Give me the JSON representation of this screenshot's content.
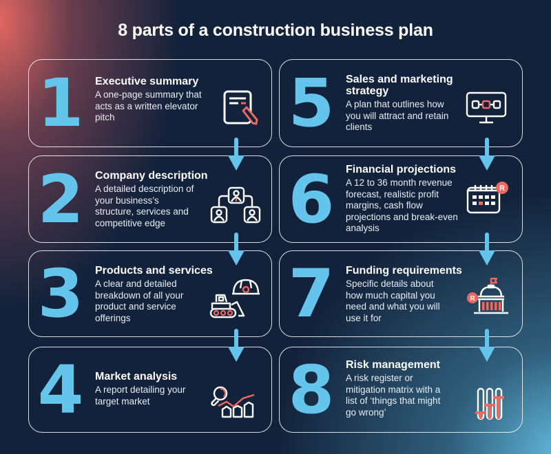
{
  "title": "8 parts of a construction business plan",
  "colors": {
    "number": "#64c4ec",
    "accent_red": "#ec6a62",
    "arrow": "#64c4ec",
    "card_border": "#ffffff",
    "background": "#13223b"
  },
  "steps": [
    {
      "number": "1",
      "heading": "Executive summary",
      "description": "A one-page summary that acts as a written elevator pitch",
      "icon": "document-pen-icon"
    },
    {
      "number": "2",
      "heading": "Company description",
      "description": "A detailed description of your business’s structure, services and competitive edge",
      "icon": "org-chart-icon"
    },
    {
      "number": "3",
      "heading": "Products and services",
      "description": "A clear and detailed breakdown of all your product and service offerings",
      "icon": "bulldozer-hardhat-icon"
    },
    {
      "number": "4",
      "heading": "Market analysis",
      "description": "A report detailing your target market",
      "icon": "magnifier-chart-icon"
    },
    {
      "number": "5",
      "heading": "Sales and marketing strategy",
      "description": "A plan that outlines how you will attract and retain clients",
      "icon": "monitor-chain-icon"
    },
    {
      "number": "6",
      "heading": "Financial projections",
      "description": "A 12 to 36 month revenue forecast, realistic profit margins, cash flow projections and break-even analysis",
      "icon": "calendar-r-icon"
    },
    {
      "number": "7",
      "heading": "Funding requirements",
      "description": "Specific details about how much capital you need and what you will use it for",
      "icon": "bank-building-icon"
    },
    {
      "number": "8",
      "heading": "Risk management",
      "description": "A risk register or mitigation matrix with a list of ‘things that might go wrong’",
      "icon": "sliders-icon"
    }
  ],
  "badges": {
    "calendar": "R",
    "bank": "R"
  }
}
